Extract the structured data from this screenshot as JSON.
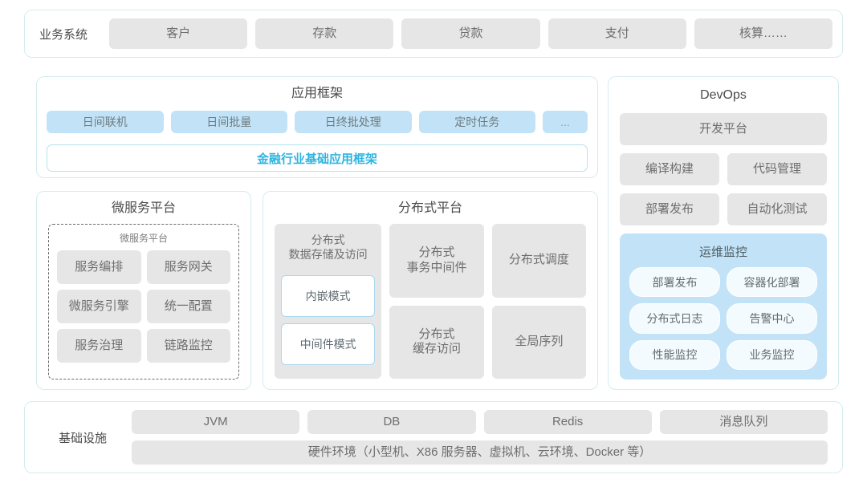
{
  "business_row": {
    "label": "业务系统",
    "items": [
      "客户",
      "存款",
      "贷款",
      "支付",
      "核算……"
    ]
  },
  "app_framework": {
    "title": "应用框架",
    "tags": [
      "日间联机",
      "日间批量",
      "日终批处理",
      "定时任务",
      "..."
    ],
    "framework_bar": "金融行业基础应用框架"
  },
  "micro_platform": {
    "title": "微服务平台",
    "inner_title": "微服务平台",
    "items": [
      "服务编排",
      "服务网关",
      "微服务引擎",
      "统一配置",
      "服务治理",
      "链路监控"
    ]
  },
  "dist_platform": {
    "title": "分布式平台",
    "storage_title": "分布式\n数据存储及访问",
    "storage_title_line1": "分布式",
    "storage_title_line2": "数据存储及访问",
    "storage_modes": [
      "内嵌模式",
      "中间件模式"
    ],
    "col2": [
      "分布式\n事务中间件",
      "分布式\n缓存访问"
    ],
    "col2_a_line1": "分布式",
    "col2_a_line2": "事务中间件",
    "col2_b_line1": "分布式",
    "col2_b_line2": "缓存访问",
    "col3": [
      "分布式调度",
      "全局序列"
    ]
  },
  "devops": {
    "title": "DevOps",
    "platform": "开发平台",
    "items": [
      "编译构建",
      "代码管理",
      "部署发布",
      "自动化测试"
    ],
    "ops_monitor": {
      "title": "运维监控",
      "items": [
        "部署发布",
        "容器化部署",
        "分布式日志",
        "告警中心",
        "性能监控",
        "业务监控"
      ]
    }
  },
  "infra_row": {
    "label": "基础设施",
    "items": [
      "JVM",
      "DB",
      "Redis",
      "消息队列"
    ],
    "hardware": "硬件环境（小型机、X86 服务器、虚拟机、云环境、Docker 等）"
  },
  "colors": {
    "panel_border": "#d5ecef",
    "tile_gray": "#e6e6e6",
    "tag_blue": "#c2e3f7",
    "accent_cyan": "#2fb4e0",
    "text_dark": "#4b4b4b",
    "text_gray": "#6e6e6e"
  }
}
